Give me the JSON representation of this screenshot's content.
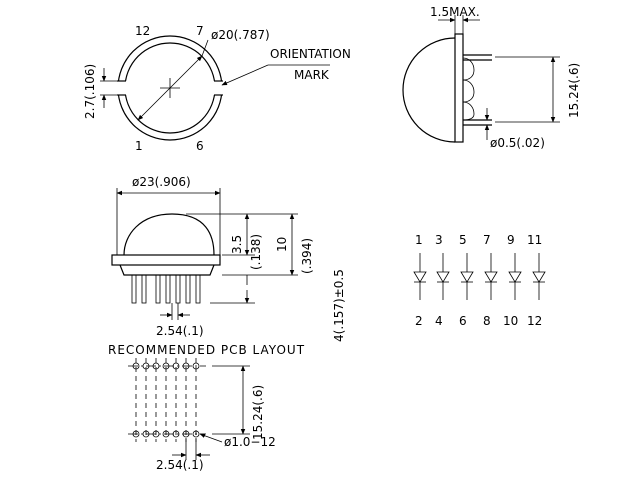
{
  "top_view": {
    "pin_top_left": "12",
    "pin_top_right": "7",
    "pin_bottom_left": "1",
    "pin_bottom_right": "6",
    "diameter": "ø20(.787)",
    "gap": "2.7(.106)",
    "orientation_1": "ORIENTATION",
    "orientation_2": "MARK"
  },
  "side_view_right": {
    "flange": "1.5MAX.",
    "pitch_span": "15.24(.6)",
    "pin_dia": "ø0.5(.02)"
  },
  "front_view": {
    "body_dia": "ø23(.906)",
    "dome_mm": "3.5",
    "dome_in": "(.138)",
    "height_mm": "10",
    "height_in": "(.394)",
    "lead": "4(.157)±0.5",
    "pitch": "2.54(.1)"
  },
  "schematic": {
    "top_pins": [
      "1",
      "3",
      "5",
      "7",
      "9",
      "11"
    ],
    "bottom_pins": [
      "2",
      "4",
      "6",
      "8",
      "10",
      "12"
    ]
  },
  "pcb": {
    "title": "RECOMMENDED PCB LAYOUT",
    "span": "15.24(.6)",
    "hole": "ø1.0−12",
    "pitch": "2.54(.1)"
  }
}
